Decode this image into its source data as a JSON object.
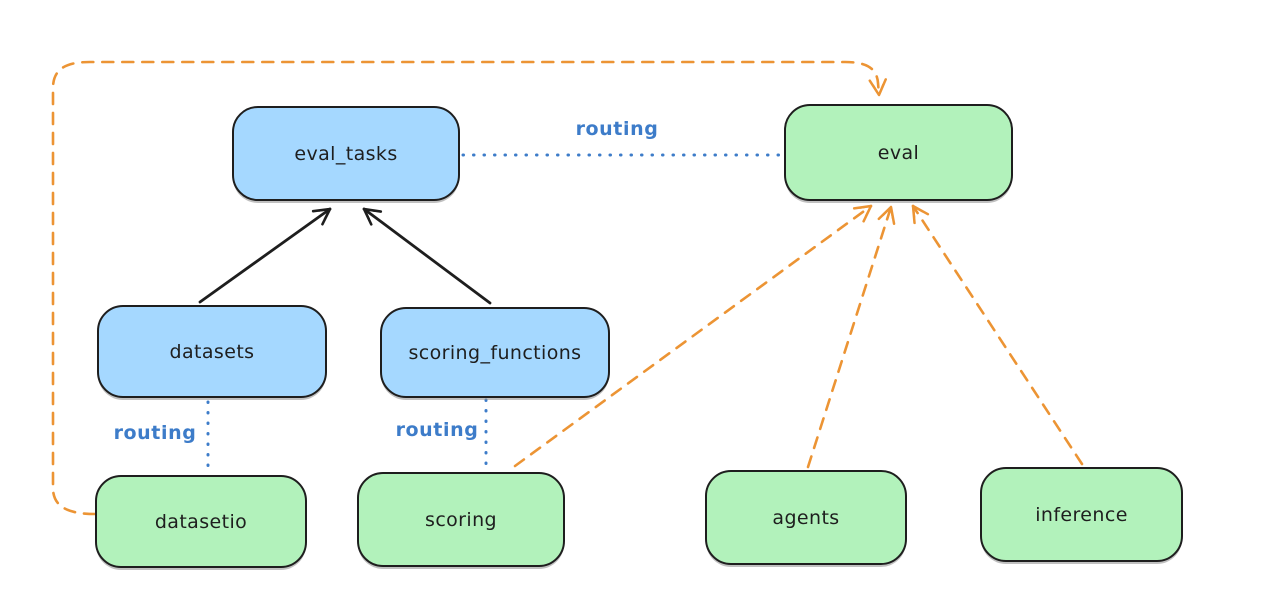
{
  "diagram": {
    "type": "flowchart",
    "background": "#ffffff",
    "colors": {
      "api_node_fill": "#a5d8ff",
      "provider_node_fill": "#b2f2bb",
      "node_stroke": "#1e1e1e",
      "routing_line": "#3d7cc9",
      "dependency_line": "#ec9434",
      "inheritance_line": "#1e1e1e"
    },
    "nodes": [
      {
        "id": "eval_tasks",
        "label": "eval_tasks",
        "kind": "api"
      },
      {
        "id": "eval",
        "label": "eval",
        "kind": "provider"
      },
      {
        "id": "datasets",
        "label": "datasets",
        "kind": "api"
      },
      {
        "id": "scoring_functions",
        "label": "scoring_functions",
        "kind": "api"
      },
      {
        "id": "datasetio",
        "label": "datasetio",
        "kind": "provider"
      },
      {
        "id": "scoring",
        "label": "scoring",
        "kind": "provider"
      },
      {
        "id": "agents",
        "label": "agents",
        "kind": "provider"
      },
      {
        "id": "inference",
        "label": "inference",
        "kind": "provider"
      }
    ],
    "edges": [
      {
        "from": "datasets",
        "to": "eval_tasks",
        "style": "solid-black-arrow"
      },
      {
        "from": "scoring_functions",
        "to": "eval_tasks",
        "style": "solid-black-arrow"
      },
      {
        "from": "eval_tasks",
        "to": "eval",
        "style": "dotted-blue",
        "label": "routing"
      },
      {
        "from": "datasets",
        "to": "datasetio",
        "style": "dotted-blue",
        "label": "routing"
      },
      {
        "from": "scoring_functions",
        "to": "scoring",
        "style": "dotted-blue",
        "label": "routing"
      },
      {
        "from": "datasetio",
        "to": "eval",
        "style": "dashed-orange-arrow"
      },
      {
        "from": "scoring",
        "to": "eval",
        "style": "dashed-orange-arrow"
      },
      {
        "from": "agents",
        "to": "eval",
        "style": "dashed-orange-arrow"
      },
      {
        "from": "inference",
        "to": "eval",
        "style": "dashed-orange-arrow"
      }
    ]
  }
}
